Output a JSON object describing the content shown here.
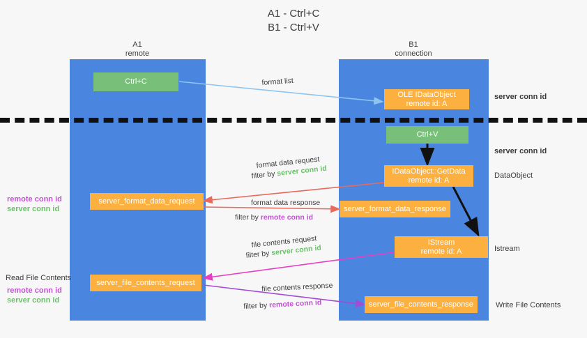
{
  "title": {
    "line1": "A1 - Ctrl+C",
    "line2": "B1 - Ctrl+V"
  },
  "columns": [
    {
      "name": "A1",
      "sub": "remote"
    },
    {
      "name": "B1",
      "sub": "connection"
    }
  ],
  "boxes": {
    "ctrl_c": "Ctrl+C",
    "ctrl_v": "Ctrl+V",
    "ole_dataobject_l1": "OLE IDataObject",
    "ole_dataobject_l2": "remote id: A",
    "getdata_l1": "IDataObject::GetData",
    "getdata_l2": "remote id: A",
    "istream_l1": "IStream",
    "istream_l2": "remote id: A",
    "server_format_data_request": "server_format_data_request",
    "server_format_data_response": "server_format_data_response",
    "server_file_contents_request": "server_file_contents_request",
    "server_file_contents_response": "server_file_contents_response"
  },
  "edges": {
    "format_list": "format list",
    "format_data_request": "format data request",
    "format_data_request_filter_prefix": "filter by ",
    "format_data_request_filter_value": "server conn id",
    "format_data_response": "format data response",
    "format_data_response_filter_prefix": "filter by ",
    "format_data_response_filter_value": "remote conn id",
    "file_contents_request": "file contents request",
    "file_contents_request_filter_prefix": "filter by ",
    "file_contents_request_filter_value": "server conn id",
    "file_contents_response": "file contents response",
    "file_contents_response_filter_prefix": "filter by ",
    "file_contents_response_filter_value": "remote conn id"
  },
  "right_labels": {
    "server_conn_id_top": "server conn id",
    "server_conn_id_mid": "server conn id",
    "dataobject": "DataObject",
    "istream": "Istream",
    "write_file_contents": "Write File Contents"
  },
  "left_labels": {
    "remote_conn_id_a": "remote conn id",
    "server_conn_id_a": "server conn id",
    "read_file_contents": "Read File Contents",
    "remote_conn_id_b": "remote conn id",
    "server_conn_id_b": "server conn id"
  },
  "colors": {
    "lane": "#4a86e0",
    "orange": "#fbb040",
    "green_box": "#78c07a",
    "green_text": "#6cbf6c",
    "magenta_text": "#c452d4",
    "arrow_blue": "#8ec5f0",
    "arrow_red": "#e8695d",
    "arrow_magenta": "#e83ec4",
    "arrow_purple": "#a24bd4",
    "arrow_black": "#111111",
    "background": "#f7f7f7"
  }
}
